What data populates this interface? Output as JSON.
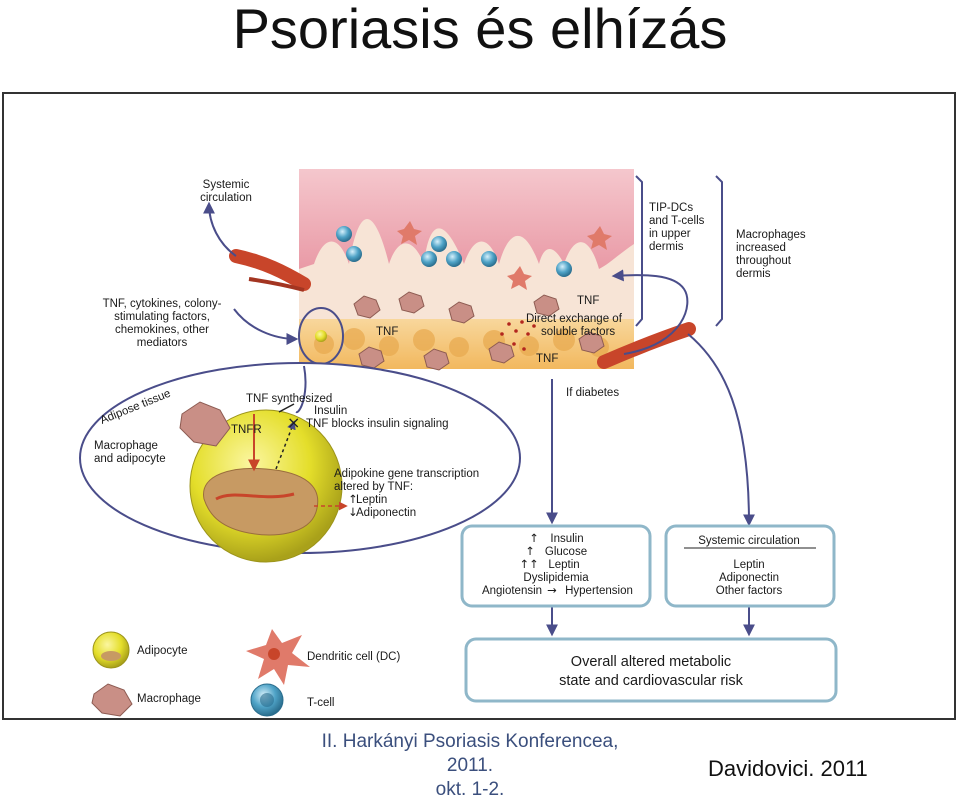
{
  "slide_title": "Psoriasis és elhízás",
  "labels": {
    "systemic_circulation_top": [
      "Systemic",
      "circulation"
    ],
    "tnf_mediators": [
      "TNF, cytokines, colony-",
      "stimulating factors,",
      "chemokines, other",
      "mediators"
    ],
    "tip_dcs": [
      "TIP-DCs",
      "and T-cells",
      "in upper",
      "dermis"
    ],
    "macrophages_increased": [
      "Macrophages",
      "increased",
      "throughout",
      "dermis"
    ],
    "tnf_a": "TNF",
    "tnf_b": "TNF",
    "tnf_c": "TNF",
    "direct_exchange": [
      "Direct exchange of",
      "soluble factors"
    ],
    "adipose_tissue": "Adipose tissue",
    "macrophage_adipocyte": [
      "Macrophage",
      "and adipocyte"
    ],
    "tnf_synthesized": "TNF synthesized",
    "insulin": "Insulin",
    "tnf_blocks": "TNF blocks insulin signaling",
    "tnfr": "TNFR",
    "adipokine": [
      "Adipokine gene transcription",
      "altered by TNF:"
    ],
    "leptin_up": "Leptin",
    "adiponectin_down": "Adiponectin",
    "if_diabetes": "If diabetes"
  },
  "box_metabolic": {
    "insulin": "Insulin",
    "glucose": "Glucose",
    "leptin": "Leptin",
    "dyslipidemia": "Dyslipidemia",
    "angiotensin": "Angiotensin",
    "hypertension": "Hypertension"
  },
  "box_systemic": {
    "title": "Systemic circulation",
    "items": [
      "Leptin",
      "Adiponectin",
      "Other factors"
    ]
  },
  "box_overall": [
    "Overall altered metabolic",
    "state and cardiovascular risk"
  ],
  "legend": {
    "adipocyte": "Adipocyte",
    "macrophage": "Macrophage",
    "dendritic": "Dendritic cell (DC)",
    "tcell": "T-cell"
  },
  "footer": [
    "II. Harkányi Psoriasis Konferencea, 2011.",
    "okt. 1-2."
  ],
  "author": "Davidovici. 2011",
  "colors": {
    "vessel": "#c8452a",
    "skin": "#f2b9c1",
    "dermis": "#f7e3d3",
    "fat": "#f6c982",
    "adipocyte": "#e4de2a",
    "tcell": "#4fa3c7",
    "macrophage": "#c98f86",
    "box_border": "#8fb7c9",
    "arrow": "#4a4d8a"
  },
  "icons": [
    "adipocyte-icon",
    "macrophage-icon",
    "dendritic-cell-icon",
    "t-cell-icon"
  ]
}
